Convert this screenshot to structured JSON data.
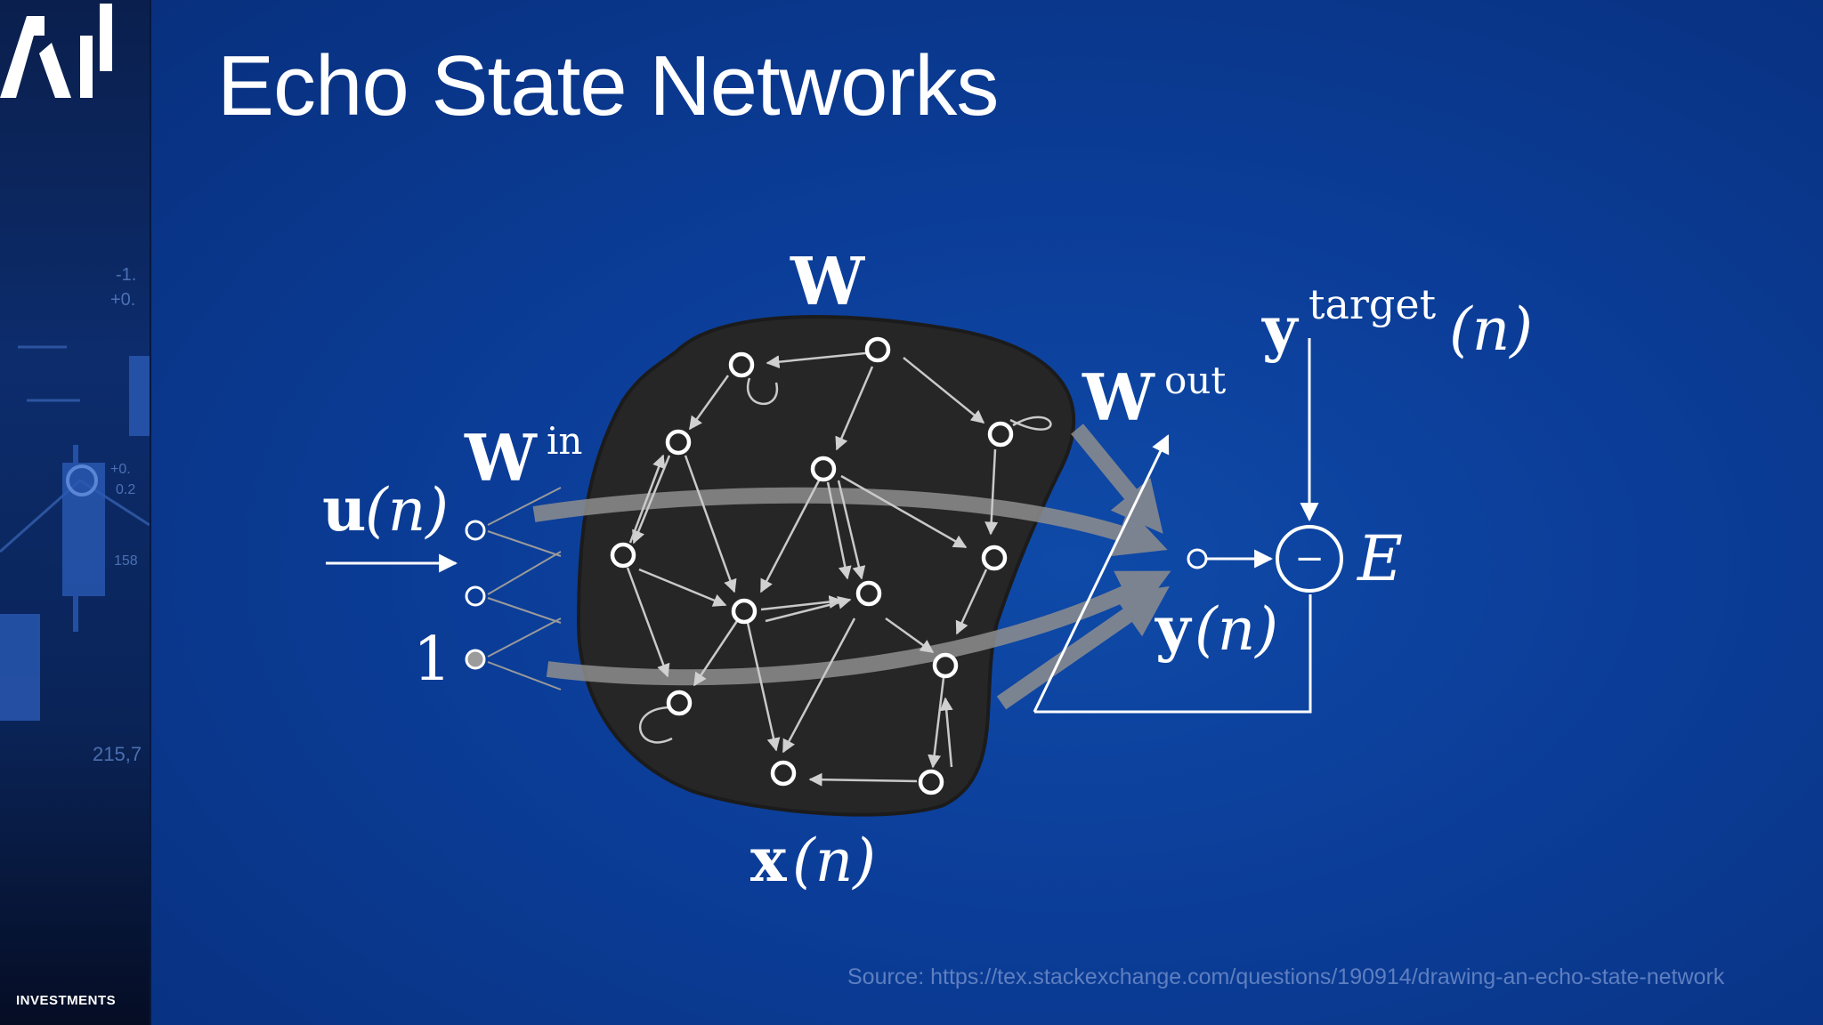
{
  "slide": {
    "title": "Echo State Networks",
    "source": "Source: https://tex.stackexchange.com/questions/190914/drawing-an-echo-state-network"
  },
  "logo": {
    "text": "AI",
    "caption": "INVESTMENTS"
  },
  "sidebar_numbers": [
    "-1.",
    "+0.",
    "+0.",
    "0.2",
    "158",
    "215,7"
  ],
  "diagram": {
    "labels": {
      "W": "W",
      "W_in": "W",
      "W_in_sup": "in",
      "W_out": "W",
      "W_out_sup": "out",
      "u": "u",
      "u_arg": "(n)",
      "one": "1",
      "x": "x",
      "x_arg": "(n)",
      "y": "y",
      "y_arg": "(n)",
      "y_target": "y",
      "y_target_sup": "target",
      "y_target_arg": "(n)",
      "E": "E",
      "minus": "−"
    },
    "colors": {
      "reservoir": "#262626",
      "node_stroke": "#ffffff",
      "edge": "#c9c9c9",
      "thick_arrow": "#8a8a8a",
      "text": "#ffffff"
    }
  }
}
